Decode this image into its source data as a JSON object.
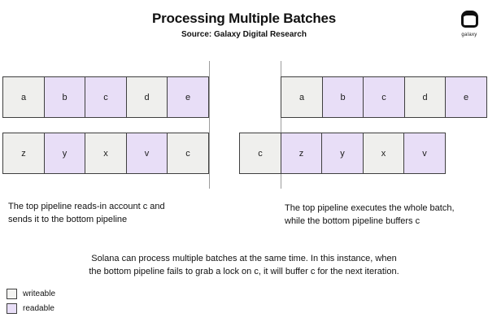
{
  "header": {
    "title": "Processing Multiple Batches",
    "subtitle": "Source: Galaxy Digital Research",
    "logo_text": "galaxy"
  },
  "colors": {
    "writeable": "#EFEFED",
    "readable": "#E8DEF7",
    "box_border": "#3F3F3F",
    "divider": "#9C9C9C"
  },
  "panels": [
    {
      "side": "left",
      "top_row": [
        {
          "label": "a",
          "state": "writeable"
        },
        {
          "label": "b",
          "state": "readable"
        },
        {
          "label": "c",
          "state": "readable"
        },
        {
          "label": "d",
          "state": "writeable"
        },
        {
          "label": "e",
          "state": "readable"
        }
      ],
      "bottom_row": [
        {
          "label": "z",
          "state": "writeable"
        },
        {
          "label": "y",
          "state": "readable"
        },
        {
          "label": "x",
          "state": "writeable"
        },
        {
          "label": "v",
          "state": "readable"
        },
        {
          "label": "c",
          "state": "writeable"
        }
      ],
      "caption": "The top pipeline reads-in account c and\nsends it to the bottom pipeline"
    },
    {
      "side": "right",
      "top_row": [
        {
          "label": "a",
          "state": "writeable"
        },
        {
          "label": "b",
          "state": "readable"
        },
        {
          "label": "c",
          "state": "readable"
        },
        {
          "label": "d",
          "state": "writeable"
        },
        {
          "label": "e",
          "state": "readable"
        }
      ],
      "bottom_row": [
        {
          "label": "c",
          "state": "writeable"
        },
        {
          "label": "z",
          "state": "readable"
        },
        {
          "label": "y",
          "state": "readable"
        },
        {
          "label": "x",
          "state": "writeable"
        },
        {
          "label": "v",
          "state": "readable"
        }
      ],
      "caption": "The top pipeline executes the whole batch,\nwhile the bottom pipeline buffers c"
    }
  ],
  "footnote": "Solana can process multiple batches at the same time. In this instance, when\nthe bottom pipeline fails to grab a lock on c, it will buffer c for the next iteration.",
  "legend": [
    {
      "label": "writeable",
      "state": "writeable"
    },
    {
      "label": "readable",
      "state": "readable"
    }
  ]
}
